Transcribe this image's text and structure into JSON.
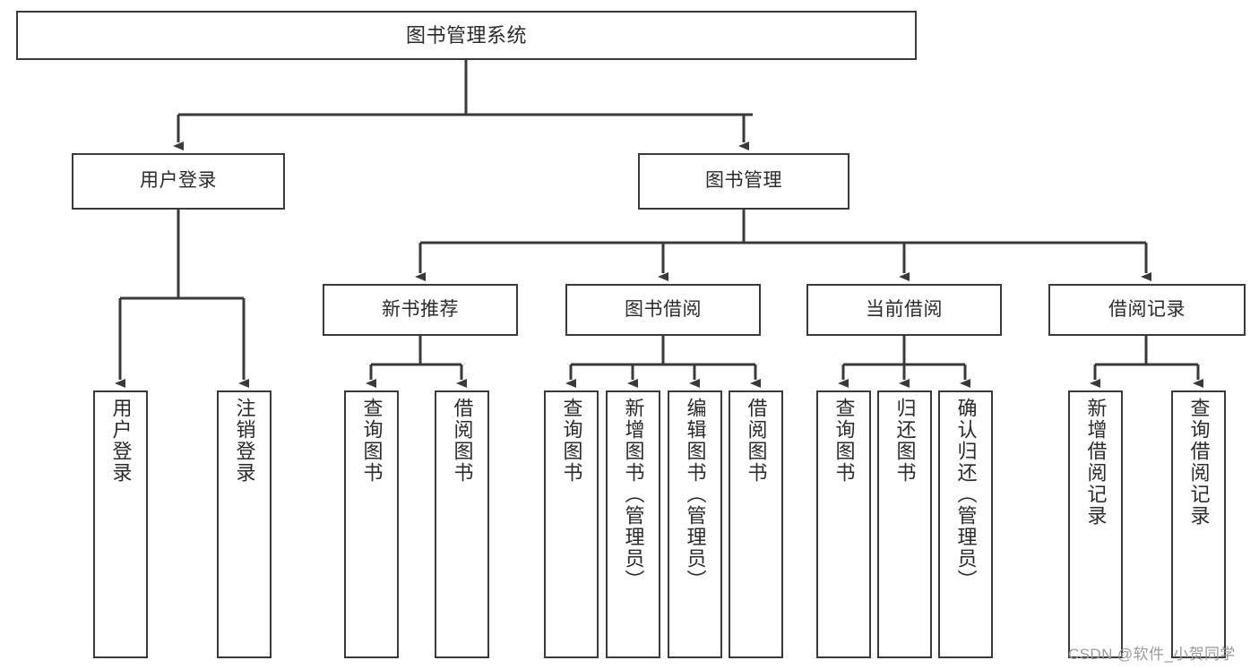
{
  "diagram": {
    "title": "图书管理系统",
    "orientation": "top-down-tree",
    "colors": {
      "box_border": "#3a3a3a",
      "box_fill": "#ffffff",
      "edge": "#3a3a3a",
      "text": "#2b2b2b",
      "watermark": "#9a9a9a",
      "background": "#ffffff"
    },
    "nodes": {
      "root": {
        "label": "图书管理系统"
      },
      "level2": [
        {
          "id": "user-login",
          "label": "用户登录"
        },
        {
          "id": "book-manage",
          "label": "图书管理"
        }
      ],
      "level3": [
        {
          "id": "new-book-recommend",
          "label": "新书推荐"
        },
        {
          "id": "book-borrow",
          "label": "图书借阅"
        },
        {
          "id": "current-borrow",
          "label": "当前借阅"
        },
        {
          "id": "borrow-record",
          "label": "借阅记录"
        }
      ],
      "leaves": {
        "user-login": [
          {
            "id": "leaf-user-login",
            "label": "用户登录"
          },
          {
            "id": "leaf-logout-login",
            "label": "注销登录"
          }
        ],
        "new-book-recommend": [
          {
            "id": "leaf-query-book-1",
            "label": "查询图书"
          },
          {
            "id": "leaf-borrow-book-1",
            "label": "借阅图书"
          }
        ],
        "book-borrow": [
          {
            "id": "leaf-query-book-2",
            "label": "查询图书"
          },
          {
            "id": "leaf-add-book",
            "label": "新增图书（管理员）"
          },
          {
            "id": "leaf-edit-book",
            "label": "编辑图书（管理员）"
          },
          {
            "id": "leaf-borrow-book-2",
            "label": "借阅图书"
          }
        ],
        "current-borrow": [
          {
            "id": "leaf-query-book-3",
            "label": "查询图书"
          },
          {
            "id": "leaf-return-book",
            "label": "归还图书"
          },
          {
            "id": "leaf-confirm-return",
            "label": "确认归还（管理员）"
          }
        ],
        "borrow-record": [
          {
            "id": "leaf-add-borrow-record",
            "label": "新增借阅记录"
          },
          {
            "id": "leaf-query-borrow-record",
            "label": "查询借阅记录"
          }
        ]
      }
    },
    "watermark": "CSDN @软件_小贺同学"
  }
}
